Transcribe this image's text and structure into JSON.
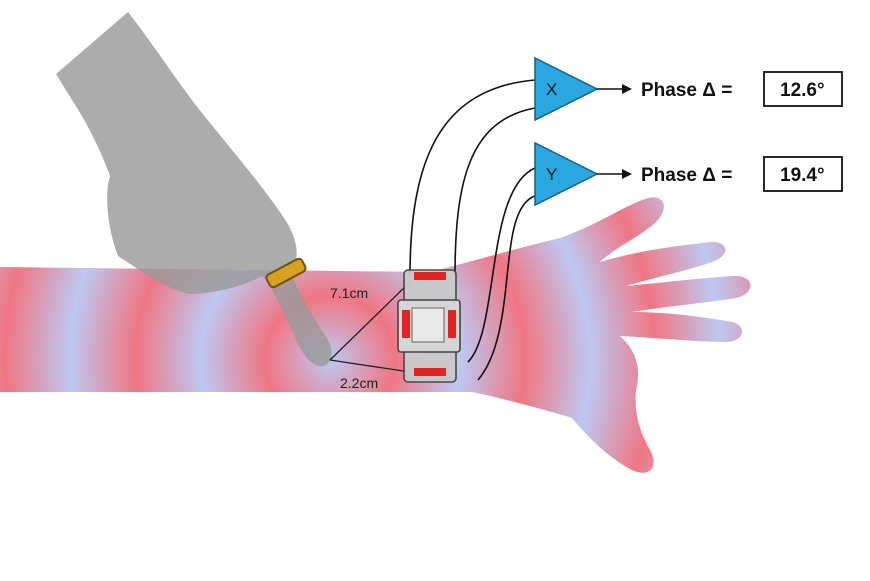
{
  "colors": {
    "wave_red": "#ef6f7c",
    "wave_blue": "#b9c6f2",
    "finger_gray": "#9a9a9a",
    "ring_gold": "#d9a11e",
    "amplifier_blue": "#2aa7df",
    "sensor_red": "#e32222",
    "device_gray": "#c9c9c9"
  },
  "amplifiers": [
    {
      "label": "X",
      "output_label": "Phase Δ =",
      "value": "12.6°"
    },
    {
      "label": "Y",
      "output_label": "Phase Δ =",
      "value": "19.4°"
    }
  ],
  "distances": {
    "top": "7.1cm",
    "bottom": "2.2cm"
  },
  "icons": {
    "hand": "pointing-hand-icon",
    "ring": "ring-icon",
    "watch": "wristband-sensor-icon"
  }
}
